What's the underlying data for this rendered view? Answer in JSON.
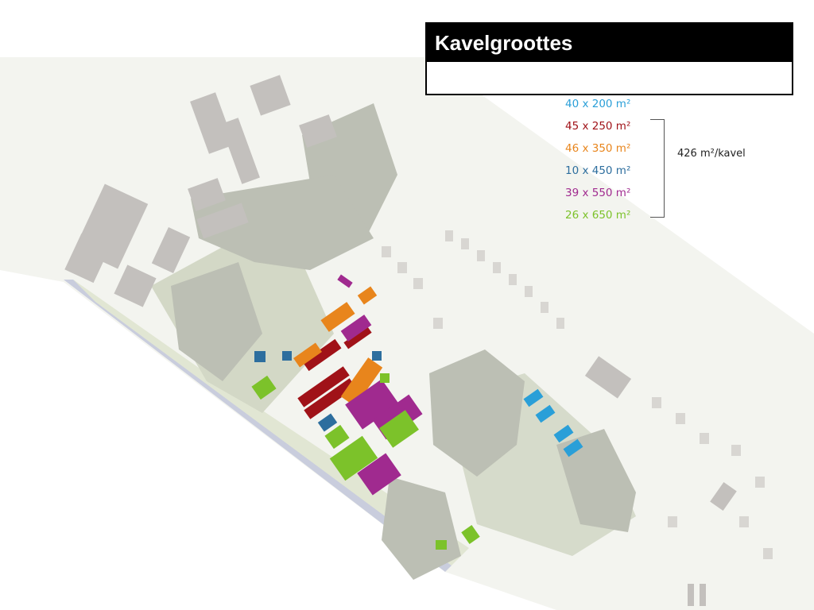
{
  "title": "Kavelgroottes",
  "legend": [
    {
      "label": "40 x 200 m²",
      "color": "#2a9fd8"
    },
    {
      "label": "45 x 250 m²",
      "color": "#a01218"
    },
    {
      "label": "46 x 350 m²",
      "color": "#e8851c"
    },
    {
      "label": "10 x 450 m²",
      "color": "#2d6e9e"
    },
    {
      "label": "39 x 550 m²",
      "color": "#a02a8f"
    },
    {
      "label": "26 x 650 m²",
      "color": "#7cc22a"
    }
  ],
  "average_label": "426 m²/kavel",
  "colors": {
    "terrain": "#e8eadf",
    "green_area": "#d3d8c6",
    "forest": "#bcbfb4",
    "building": "#c3c0bd",
    "rail": "#c9cddd"
  }
}
